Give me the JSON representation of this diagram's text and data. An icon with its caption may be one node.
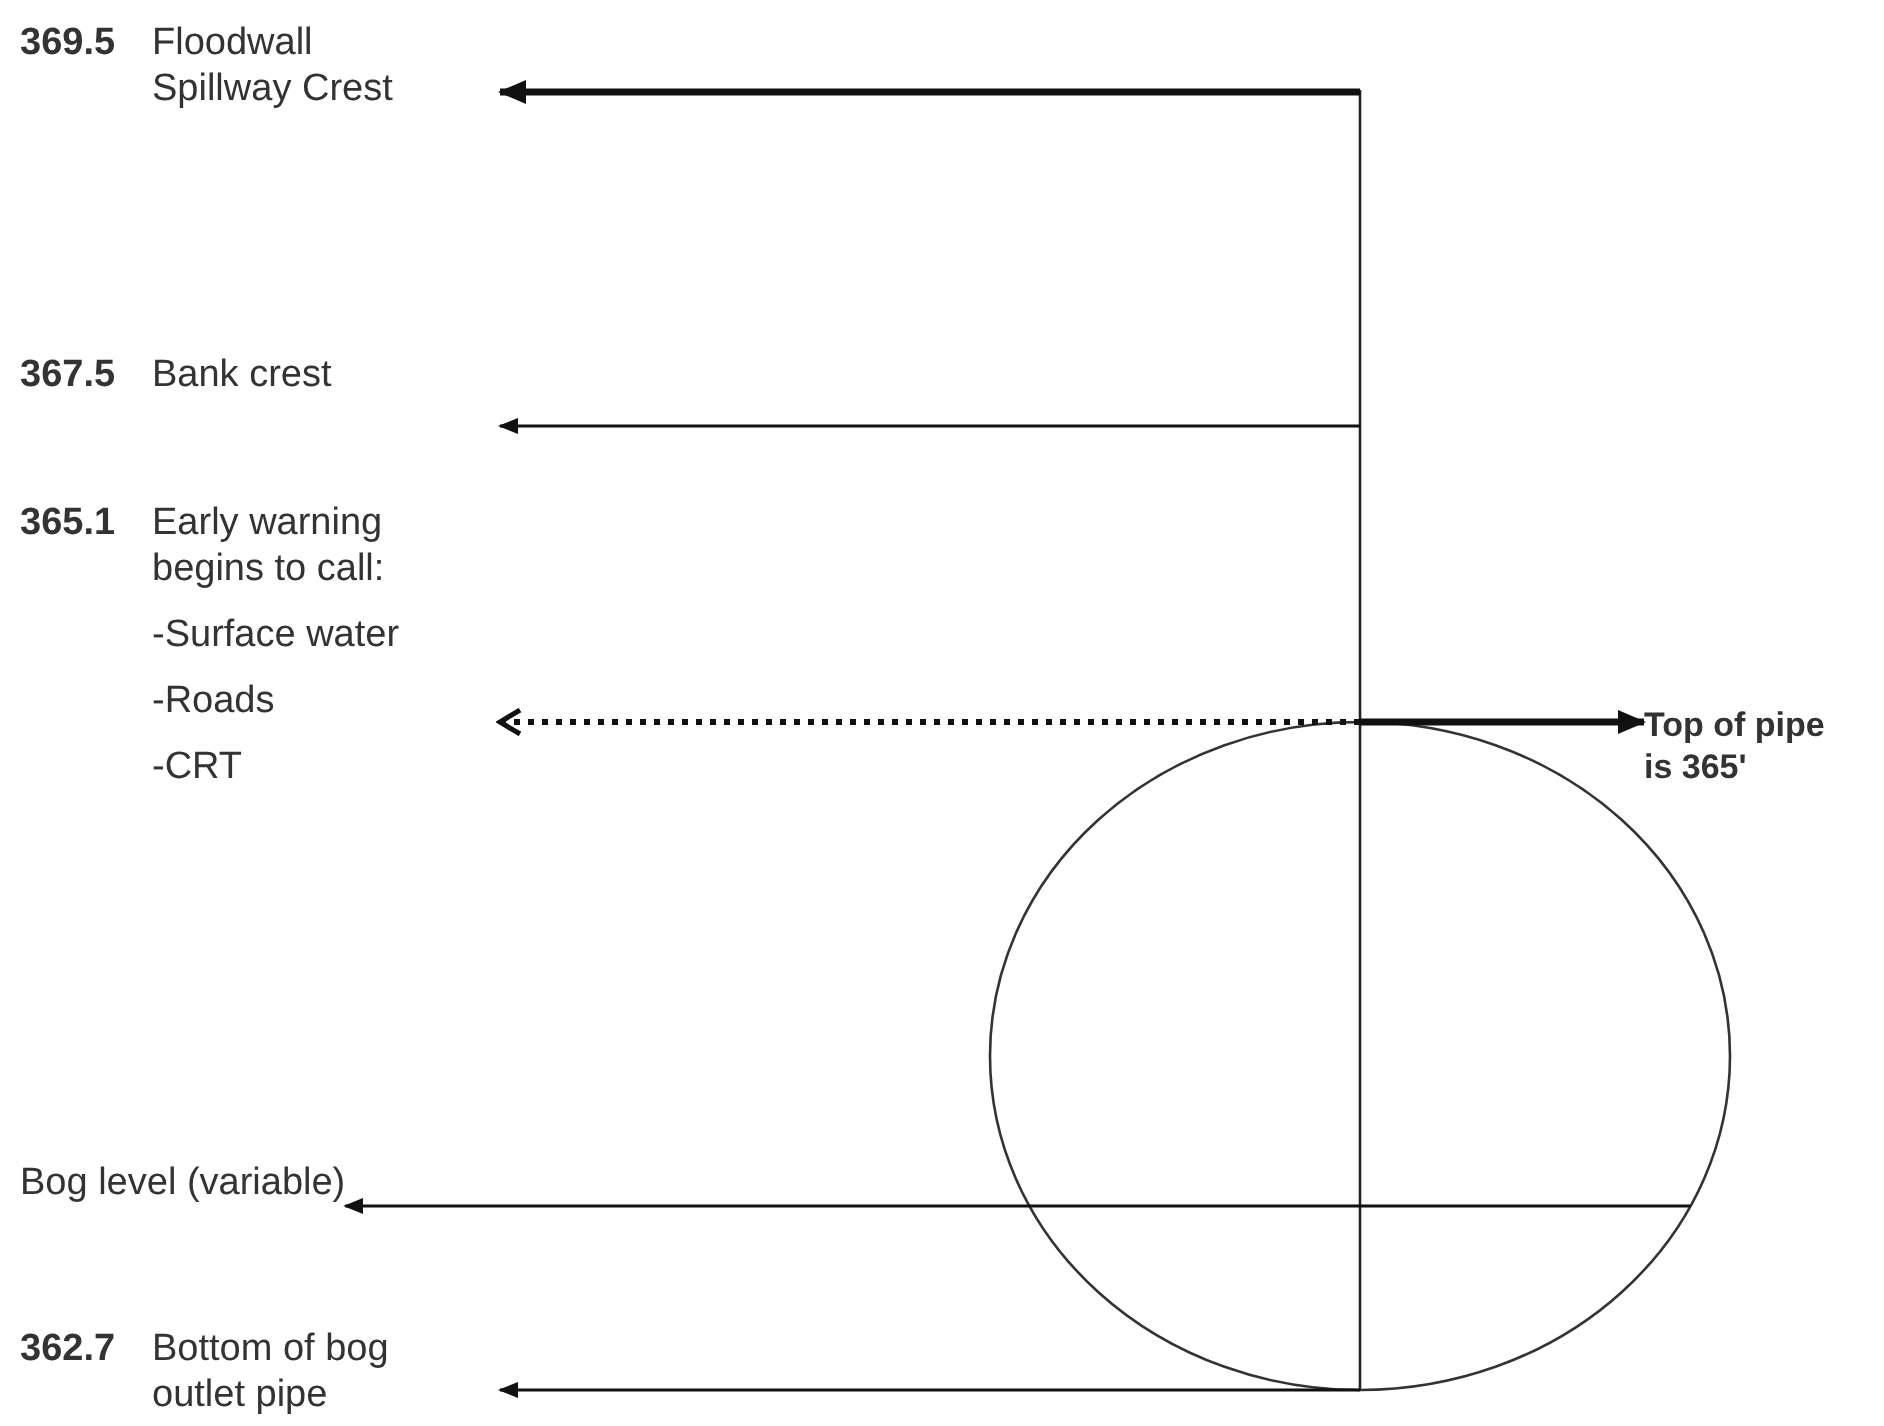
{
  "diagram": {
    "nodes": [
      {
        "text": [
          "369.5",
          "Floodwall Spillway Crest"
        ]
      },
      {
        "text": [
          "367.5",
          "Bank crest"
        ]
      },
      {
        "text": [
          "365.1",
          "Early warning begins to call:",
          "-Surface water",
          "-Roads",
          "-CRT"
        ]
      },
      {
        "text": [
          "Bog level (variable)"
        ]
      },
      {
        "text": [
          "362.7",
          "Bottom of bog outlet pipe"
        ]
      },
      {
        "text": [
          "Top of pipe is 365'"
        ]
      },
      {
        "text": [],
        "shape": "circle"
      }
    ],
    "edges": [
      {
        "from": null,
        "to": 0,
        "arrow": "to",
        "style": "thick"
      },
      {
        "from": null,
        "to": 1,
        "arrow": "to"
      },
      {
        "from": 6,
        "to": 2,
        "arrow": "to",
        "style": "dashed"
      },
      {
        "from": 6,
        "to": 5,
        "arrow": "to",
        "style": "thick"
      },
      {
        "from": 6,
        "to": 3,
        "arrow": "to"
      },
      {
        "from": 6,
        "to": 4,
        "arrow": "to"
      }
    ]
  }
}
